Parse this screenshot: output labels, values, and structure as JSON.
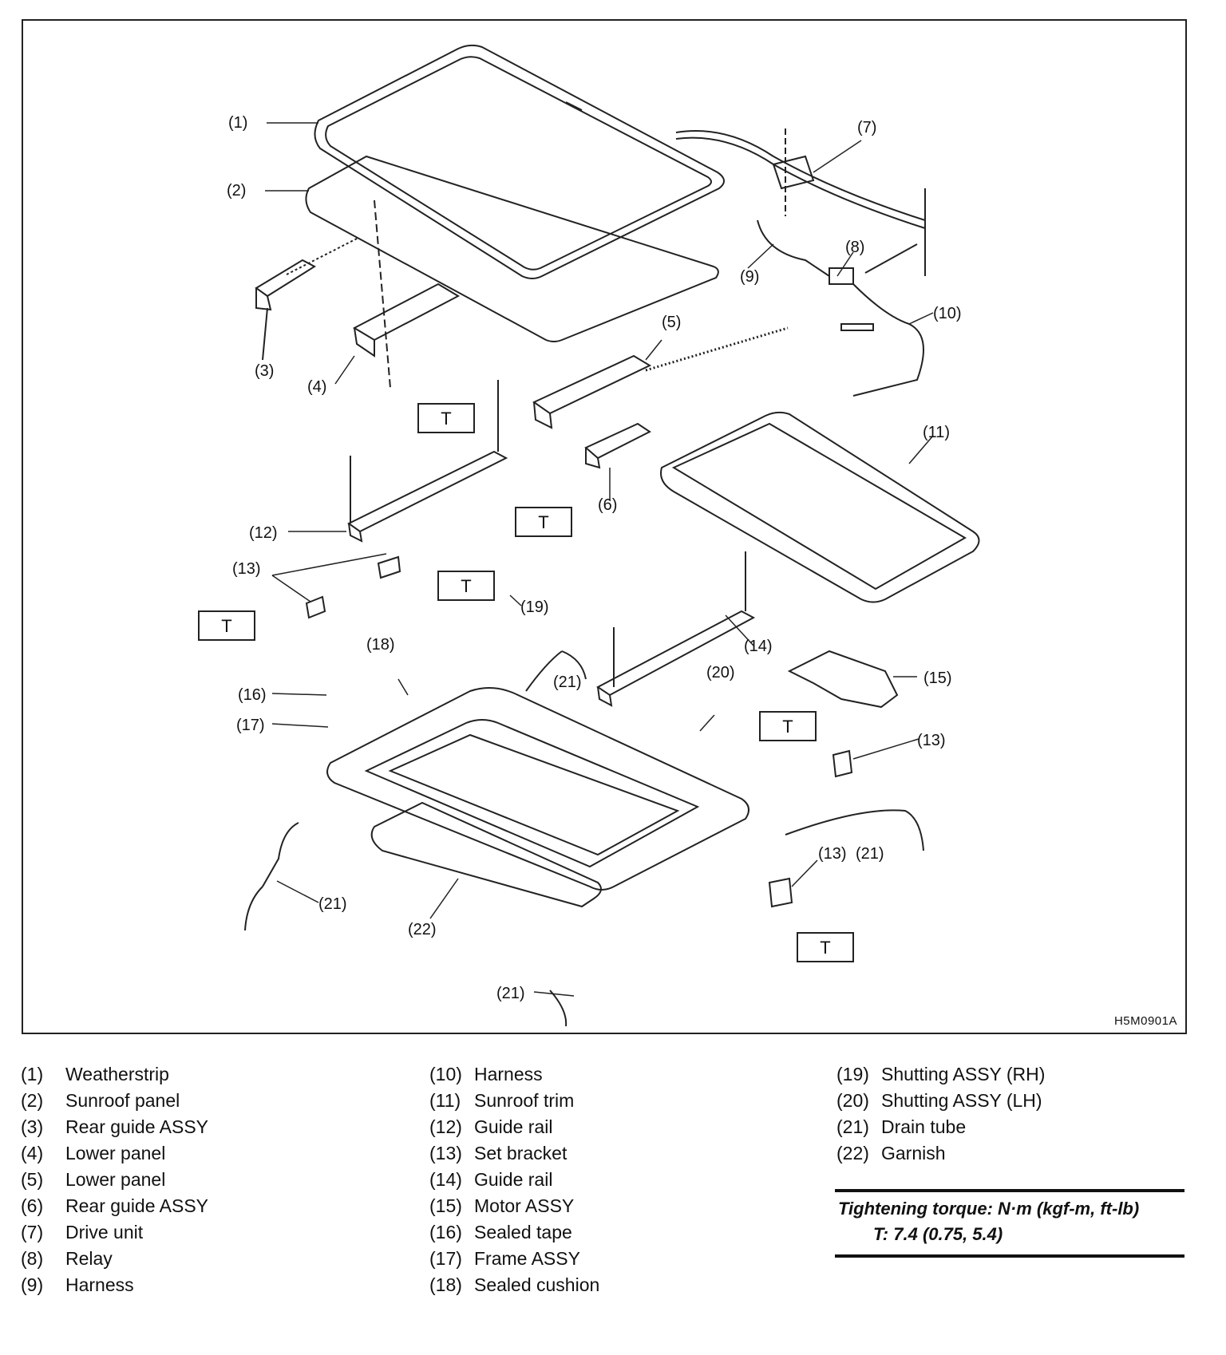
{
  "diagram": {
    "code": "H5M0901A",
    "callouts": [
      "(1)",
      "(2)",
      "(3)",
      "(4)",
      "(5)",
      "(6)",
      "(7)",
      "(8)",
      "(9)",
      "(10)",
      "(11)",
      "(12)",
      "(13)",
      "(14)",
      "(15)",
      "(16)",
      "(17)",
      "(18)",
      "(19)",
      "(20)",
      "(21)",
      "(13)",
      "(21)",
      "(21)",
      "(22)",
      "(21)",
      "(13)"
    ],
    "torque_tag": "T"
  },
  "legend": {
    "column1": [
      {
        "num": "(1)",
        "label": "Weatherstrip"
      },
      {
        "num": "(2)",
        "label": "Sunroof panel"
      },
      {
        "num": "(3)",
        "label": "Rear guide ASSY"
      },
      {
        "num": "(4)",
        "label": "Lower panel"
      },
      {
        "num": "(5)",
        "label": "Lower panel"
      },
      {
        "num": "(6)",
        "label": "Rear guide ASSY"
      },
      {
        "num": "(7)",
        "label": "Drive unit"
      },
      {
        "num": "(8)",
        "label": "Relay"
      },
      {
        "num": "(9)",
        "label": "Harness"
      }
    ],
    "column2": [
      {
        "num": "(10)",
        "label": "Harness"
      },
      {
        "num": "(11)",
        "label": "Sunroof trim"
      },
      {
        "num": "(12)",
        "label": "Guide rail"
      },
      {
        "num": "(13)",
        "label": "Set bracket"
      },
      {
        "num": "(14)",
        "label": "Guide rail"
      },
      {
        "num": "(15)",
        "label": "Motor ASSY"
      },
      {
        "num": "(16)",
        "label": "Sealed tape"
      },
      {
        "num": "(17)",
        "label": "Frame ASSY"
      },
      {
        "num": "(18)",
        "label": "Sealed cushion"
      }
    ],
    "column3": [
      {
        "num": "(19)",
        "label": "Shutting ASSY (RH)"
      },
      {
        "num": "(20)",
        "label": "Shutting ASSY (LH)"
      },
      {
        "num": "(21)",
        "label": "Drain tube"
      },
      {
        "num": "(22)",
        "label": "Garnish"
      }
    ]
  },
  "torque": {
    "title": "Tightening torque: N·m (kgf-m, ft-lb)",
    "value": "T: 7.4 (0.75, 5.4)"
  }
}
